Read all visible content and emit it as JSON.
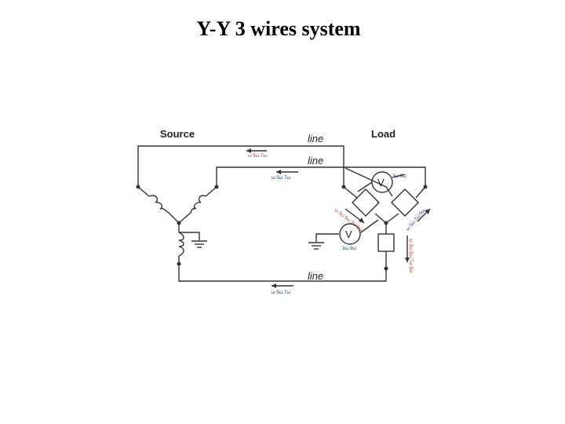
{
  "title": "Y-Y 3 wires system",
  "diagram": {
    "source_label": "Source",
    "load_label": "Load",
    "line_labels": [
      "line",
      "line",
      "line"
    ],
    "meter_labels": [
      "V",
      "V"
    ],
    "harmonic_annotations": {
      "top_line": "ω 5ω 7ω",
      "second_line": "ω 5ω 7ω",
      "bottom_line": "ω 5ω 7ω",
      "load_top_right": "3ω 9ω",
      "load_left": "ω 3ω 5ω 7ω 9ω",
      "load_right": "ω 5ω 7ω 9ω",
      "meter2": "3ω 9ω",
      "load_vertical": "ω 3ω 5ω 7ω 9ω"
    },
    "colors": {
      "wire": "#333333",
      "harmonic_red": "#c0392b",
      "harmonic_blue": "#1f3a93"
    }
  }
}
